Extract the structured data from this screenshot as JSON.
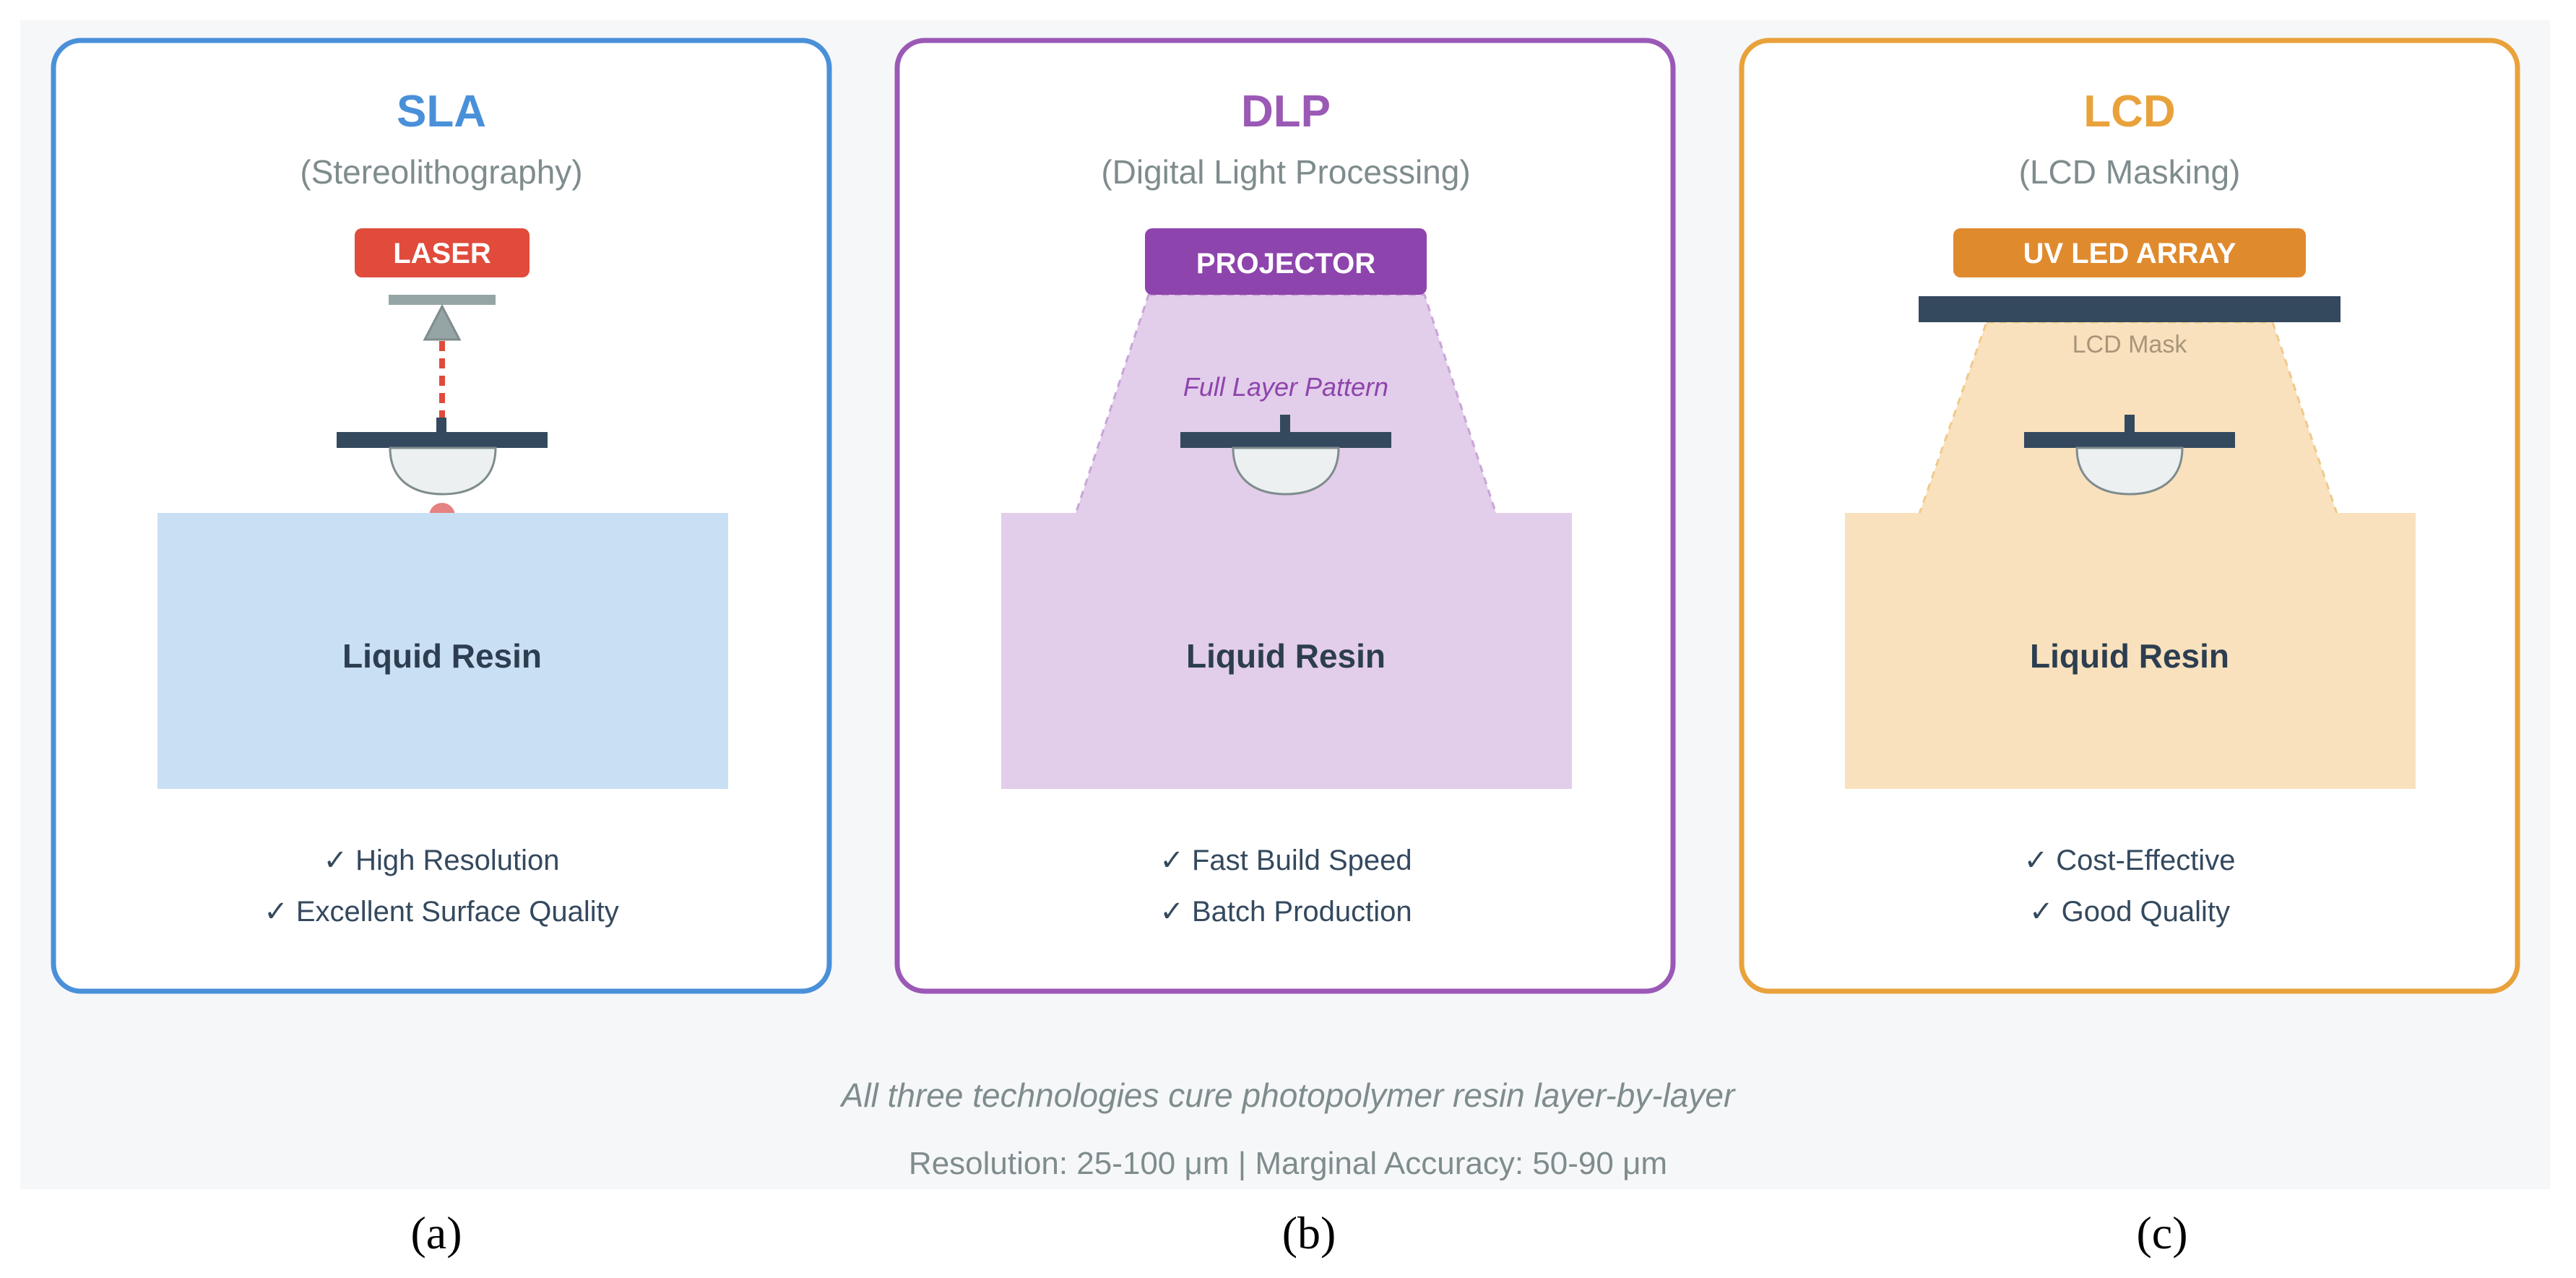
{
  "panels": [
    {
      "title": "SLA",
      "subtitle": "(Stereolithography)",
      "source_label": "LASER",
      "resin_label": "Liquid Resin",
      "features": [
        "✓ High Resolution",
        "✓ Excellent Surface Quality"
      ],
      "letter": "(a)",
      "accent_color": "#4a90d9",
      "source_color": "#e04b3c",
      "resin_color": "#c9dff3"
    },
    {
      "title": "DLP",
      "subtitle": "(Digital Light Processing)",
      "source_label": "PROJECTOR",
      "pattern_label": "Full Layer Pattern",
      "resin_label": "Liquid Resin",
      "features": [
        "✓ Fast Build Speed",
        "✓ Batch Production"
      ],
      "letter": "(b)",
      "accent_color": "#9b59b6",
      "source_color": "#8e44ad",
      "resin_color": "#e2cdea"
    },
    {
      "title": "LCD",
      "subtitle": "(LCD Masking)",
      "source_label": "UV LED ARRAY",
      "mask_label": "LCD Mask",
      "resin_label": "Liquid Resin",
      "features": [
        "✓ Cost-Effective",
        "✓ Good Quality"
      ],
      "letter": "(c)",
      "accent_color": "#e9a23b",
      "source_color": "#e08a2e",
      "resin_color": "#f9e1bd"
    }
  ],
  "caption": {
    "line1": "All three technologies cure photopolymer resin layer-by-layer",
    "line2": "Resolution: 25-100 μm | Marginal Accuracy: 50-90 μm"
  }
}
